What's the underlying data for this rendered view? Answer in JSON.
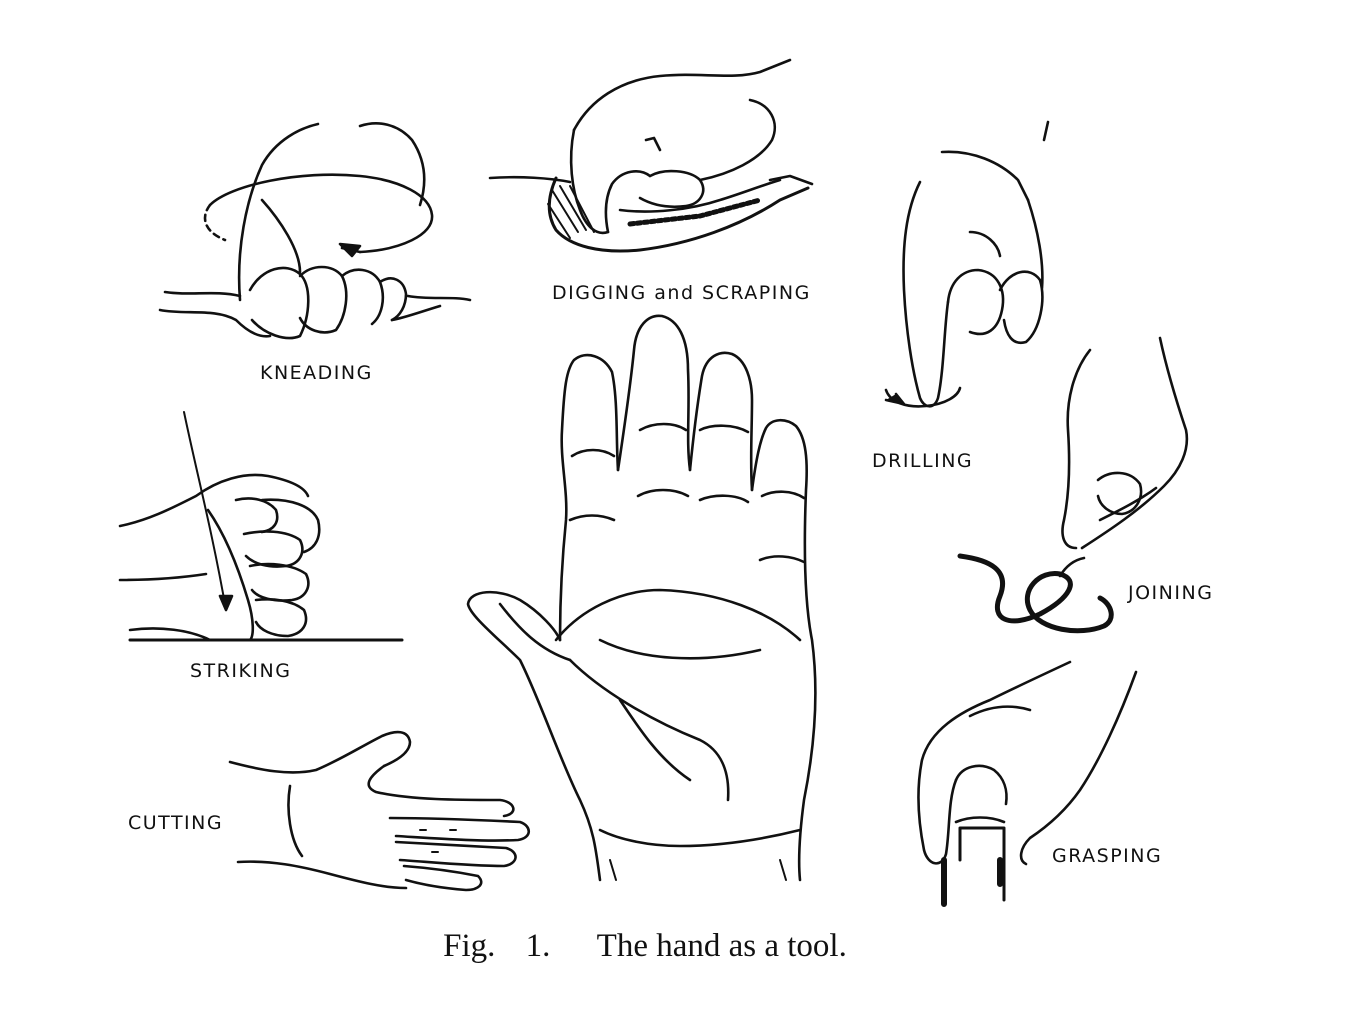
{
  "labels": {
    "kneading": "KNEADING",
    "digging": "DIGGING and SCRAPING",
    "drilling": "DRILLING",
    "striking": "STRIKING",
    "joining": "JOINING",
    "cutting": "CUTTING",
    "grasping": "GRASPING"
  },
  "caption": {
    "fig": "Fig.",
    "number": "1.",
    "text": "The hand as a tool."
  },
  "colors": {
    "ink": "#111111",
    "paper": "#ffffff"
  }
}
